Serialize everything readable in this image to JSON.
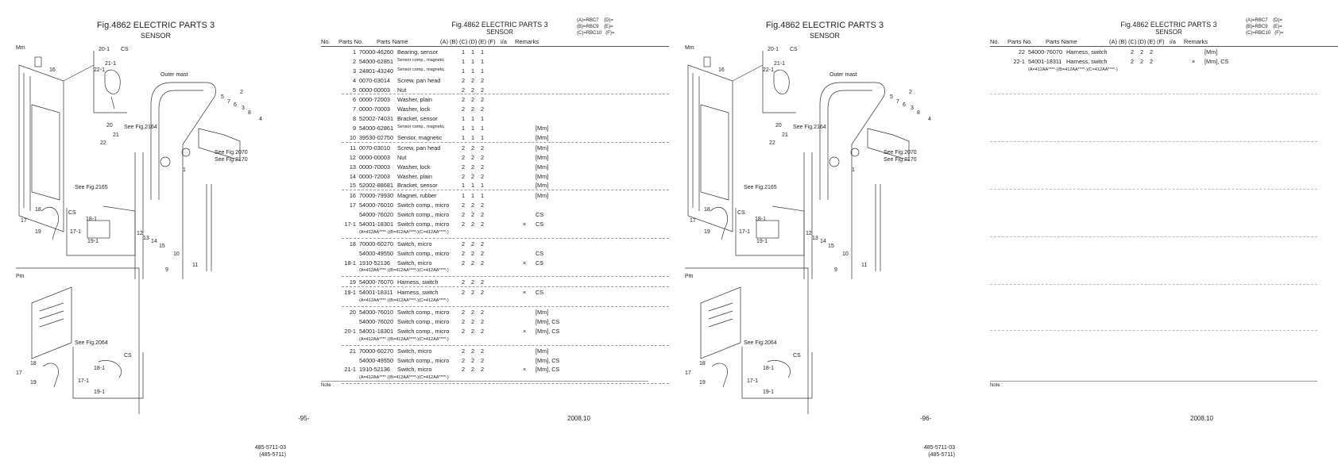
{
  "left_page": {
    "diagram_title": "Fig.4862  ELECTRIC PARTS 3",
    "diagram_subtitle": "SENSOR",
    "labels": {
      "mm": "Mm",
      "pm": "Pm",
      "outer_mast": "Outer mast",
      "see2164": "See Fig.2164",
      "see2070": "See Fig.2070",
      "see2170": "See Fig.2170",
      "see2165": "See Fig.2165",
      "see2064": "See Fig.2064",
      "cs1": "CS",
      "cs2": "CS",
      "cs3": "CS",
      "n16": "16",
      "n20_1": "20-1",
      "n21_1": "21-1",
      "n22_1": "22-1",
      "n20": "20",
      "n21": "21",
      "n22": "22",
      "n2": "2",
      "n5": "5",
      "n7": "7",
      "n6": "6",
      "n3": "3",
      "n8": "8",
      "n4": "4",
      "n1": "1",
      "n17": "17",
      "n18": "18",
      "n19": "19",
      "n18_1": "18-1",
      "n17_1": "17-1",
      "n19_1": "19-1",
      "n12": "12",
      "n13": "13",
      "n14": "14",
      "n15": "15",
      "n10": "10",
      "n11": "11",
      "n9": "9",
      "p17": "17",
      "p18": "18",
      "p19": "19",
      "p18_1": "18-1",
      "p17_1": "17-1",
      "p19_1": "19-1"
    },
    "code1": "485-5711-03",
    "code2": "(485-5711)",
    "table_title": "Fig.4862  ELECTRIC PARTS 3",
    "table_subtitle": "SENSOR",
    "legend": [
      "(A)=RBC7",
      "(D)=",
      "(B)=RBC9",
      "(E)=",
      "(C)=RBC10",
      "(F)="
    ],
    "columns": [
      "No.",
      "Parts No.",
      "Parts Name",
      "(A)",
      "(B)",
      "(C)",
      "(D)",
      "(E)",
      "(F)",
      "i/a",
      "Remarks"
    ],
    "rows": [
      {
        "no": "1",
        "pn": "70000-46260",
        "name": "Bearing, sensor",
        "a": "1",
        "b": "1",
        "c": "1",
        "ia": "",
        "rem": "",
        "small": false,
        "sep": false
      },
      {
        "no": "2",
        "pn": "54000-62851",
        "name": "Sensor comp., magnetic",
        "a": "1",
        "b": "1",
        "c": "1",
        "ia": "",
        "rem": "",
        "small": true,
        "sep": false
      },
      {
        "no": "3",
        "pn": "24801-43240",
        "name": "Sensor comp., magnetic",
        "a": "1",
        "b": "1",
        "c": "1",
        "ia": "",
        "rem": "",
        "small": true,
        "sep": false
      },
      {
        "no": "4",
        "pn": "0070-03014",
        "name": "Screw, pan head",
        "a": "2",
        "b": "2",
        "c": "2",
        "ia": "",
        "rem": "",
        "small": false,
        "sep": false
      },
      {
        "no": "5",
        "pn": "0000-00003",
        "name": "Nut",
        "a": "2",
        "b": "2",
        "c": "2",
        "ia": "",
        "rem": "",
        "small": false,
        "sep": true
      },
      {
        "no": "6",
        "pn": "0000-72003",
        "name": "Washer, plain",
        "a": "2",
        "b": "2",
        "c": "2",
        "ia": "",
        "rem": "",
        "small": false,
        "sep": false
      },
      {
        "no": "7",
        "pn": "0000-70003",
        "name": "Washer, lock",
        "a": "2",
        "b": "2",
        "c": "2",
        "ia": "",
        "rem": "",
        "small": false,
        "sep": false
      },
      {
        "no": "8",
        "pn": "52002-74031",
        "name": "Bracket, sensor",
        "a": "1",
        "b": "1",
        "c": "1",
        "ia": "",
        "rem": "",
        "small": false,
        "sep": false
      },
      {
        "no": "9",
        "pn": "54000-62861",
        "name": "Sensor comp., magnetic",
        "a": "1",
        "b": "1",
        "c": "1",
        "ia": "",
        "rem": "[Mm]",
        "small": true,
        "sep": false
      },
      {
        "no": "10",
        "pn": "39530-02750",
        "name": "Sensor, magnetic",
        "a": "1",
        "b": "1",
        "c": "1",
        "ia": "",
        "rem": "[Mm]",
        "small": false,
        "sep": true
      },
      {
        "no": "11",
        "pn": "0070-03010",
        "name": "Screw, pan head",
        "a": "2",
        "b": "2",
        "c": "2",
        "ia": "",
        "rem": "[Mm]",
        "small": false,
        "sep": false
      },
      {
        "no": "12",
        "pn": "0000-00003",
        "name": "Nut",
        "a": "2",
        "b": "2",
        "c": "2",
        "ia": "",
        "rem": "[Mm]",
        "small": false,
        "sep": false
      },
      {
        "no": "13",
        "pn": "0000-70003",
        "name": "Washer, lock",
        "a": "2",
        "b": "2",
        "c": "2",
        "ia": "",
        "rem": "[Mm]",
        "small": false,
        "sep": false
      },
      {
        "no": "14",
        "pn": "0000-72003",
        "name": "Washer, plain",
        "a": "2",
        "b": "2",
        "c": "2",
        "ia": "",
        "rem": "[Mm]",
        "small": false,
        "sep": false
      },
      {
        "no": "15",
        "pn": "52002-88681",
        "name": "Bracket, sensor",
        "a": "1",
        "b": "1",
        "c": "1",
        "ia": "",
        "rem": "[Mm]",
        "small": false,
        "sep": true
      },
      {
        "no": "16",
        "pn": "70000-79930",
        "name": "Magnet, rubber",
        "a": "1",
        "b": "1",
        "c": "1",
        "ia": "",
        "rem": "[Mm]",
        "small": false,
        "sep": false
      },
      {
        "no": "17",
        "pn": "54000-76010",
        "name": "Switch comp., micro",
        "a": "2",
        "b": "2",
        "c": "2",
        "ia": "",
        "rem": "",
        "small": false,
        "sep": false
      },
      {
        "no": "",
        "pn": "54000-76020",
        "name": "Switch comp., micro",
        "a": "2",
        "b": "2",
        "c": "2",
        "ia": "",
        "rem": "CS",
        "small": false,
        "sep": false
      },
      {
        "no": "17-1",
        "pn": "54001-18301",
        "name": "Switch comp., micro",
        "a": "2",
        "b": "2",
        "c": "2",
        "ia": "×",
        "rem": "CS",
        "small": false,
        "sep": false
      },
      {
        "no": "",
        "pn": "(A=412AA****-)(B=412AA****-)(C=412AA****-)",
        "name": "",
        "a": "",
        "b": "",
        "c": "",
        "ia": "",
        "rem": "",
        "small": true,
        "sep": true
      },
      {
        "no": "18",
        "pn": "70000-60270",
        "name": "Switch, micro",
        "a": "2",
        "b": "2",
        "c": "2",
        "ia": "",
        "rem": "",
        "small": false,
        "sep": false
      },
      {
        "no": "",
        "pn": "54000-49550",
        "name": "Switch comp., micro",
        "a": "2",
        "b": "2",
        "c": "2",
        "ia": "",
        "rem": "CS",
        "small": false,
        "sep": false
      },
      {
        "no": "18-1",
        "pn": "1910-52136",
        "name": "Switch, micro",
        "a": "2",
        "b": "2",
        "c": "2",
        "ia": "×",
        "rem": "CS",
        "small": false,
        "sep": false
      },
      {
        "no": "",
        "pn": "(A=412AA****-)(B=412AA****-)(C=412AA****-)",
        "name": "",
        "a": "",
        "b": "",
        "c": "",
        "ia": "",
        "rem": "",
        "small": true,
        "sep": true
      },
      {
        "no": "19",
        "pn": "54000-76070",
        "name": "Harness, switch",
        "a": "2",
        "b": "2",
        "c": "2",
        "ia": "",
        "rem": "",
        "small": false,
        "sep": true
      },
      {
        "no": "19-1",
        "pn": "54001-18311",
        "name": "Harness, switch",
        "a": "2",
        "b": "2",
        "c": "2",
        "ia": "×",
        "rem": "CS",
        "small": false,
        "sep": false
      },
      {
        "no": "",
        "pn": "(A=412AA****-)(B=412AA****-)(C=412AA****-)",
        "name": "",
        "a": "",
        "b": "",
        "c": "",
        "ia": "",
        "rem": "",
        "small": true,
        "sep": true
      },
      {
        "no": "20",
        "pn": "54000-76010",
        "name": "Switch comp., micro",
        "a": "2",
        "b": "2",
        "c": "2",
        "ia": "",
        "rem": "[Mm]",
        "small": false,
        "sep": false
      },
      {
        "no": "",
        "pn": "54000-76020",
        "name": "Switch comp., micro",
        "a": "2",
        "b": "2",
        "c": "2",
        "ia": "",
        "rem": "[Mm], CS",
        "small": false,
        "sep": false
      },
      {
        "no": "20-1",
        "pn": "54001-18301",
        "name": "Switch comp., micro",
        "a": "2",
        "b": "2",
        "c": "2",
        "ia": "×",
        "rem": "[Mm], CS",
        "small": false,
        "sep": false
      },
      {
        "no": "",
        "pn": "(A=412AA****-)(B=412AA****-)(C=412AA****-)",
        "name": "",
        "a": "",
        "b": "",
        "c": "",
        "ia": "",
        "rem": "",
        "small": true,
        "sep": true
      },
      {
        "no": "21",
        "pn": "70000-60270",
        "name": "Switch, micro",
        "a": "2",
        "b": "2",
        "c": "2",
        "ia": "",
        "rem": "[Mm]",
        "small": false,
        "sep": false
      },
      {
        "no": "",
        "pn": "54000-49550",
        "name": "Switch comp., micro",
        "a": "2",
        "b": "2",
        "c": "2",
        "ia": "",
        "rem": "[Mm], CS",
        "small": false,
        "sep": false
      },
      {
        "no": "21-1",
        "pn": "1910-52136",
        "name": "Switch, micro",
        "a": "2",
        "b": "2",
        "c": "2",
        "ia": "×",
        "rem": "[Mm], CS",
        "small": false,
        "sep": false
      },
      {
        "no": "",
        "pn": "(A=412AA****-)(B=412AA****-)(C=412AA****-)",
        "name": "",
        "a": "",
        "b": "",
        "c": "",
        "ia": "",
        "rem": "",
        "small": true,
        "sep": true
      }
    ],
    "note": "Note :",
    "page": "-95-",
    "date": "2008.10"
  },
  "right_page": {
    "diagram_title": "Fig.4862  ELECTRIC PARTS 3",
    "diagram_subtitle": "SENSOR",
    "code1": "485-5711-03",
    "code2": "(485-5711)",
    "table_title": "Fig.4862  ELECTRIC PARTS 3",
    "table_subtitle": "SENSOR",
    "legend": [
      "(A)=RBC7",
      "(D)=",
      "(B)=RBC9",
      "(E)=",
      "(C)=RBC10",
      "(F)="
    ],
    "columns": [
      "No.",
      "Parts No.",
      "Parts Name",
      "(A)",
      "(B)",
      "(C)",
      "(D)",
      "(E)",
      "(F)",
      "i/a",
      "Remarks"
    ],
    "rows": [
      {
        "no": "22",
        "pn": "54000-76070",
        "name": "Harness, switch",
        "a": "2",
        "b": "2",
        "c": "2",
        "ia": "",
        "rem": "[Mm]",
        "small": false,
        "sep": false
      },
      {
        "no": "22-1",
        "pn": "54001-18311",
        "name": "Harness, switch",
        "a": "2",
        "b": "2",
        "c": "2",
        "ia": "×",
        "rem": "[Mm], CS",
        "small": false,
        "sep": false
      },
      {
        "no": "",
        "pn": "(A=412AA****-)(B=412AA****-)(C=412AA****-)",
        "name": "",
        "a": "",
        "b": "",
        "c": "",
        "ia": "",
        "rem": "",
        "small": true,
        "sep": false
      }
    ],
    "note": "Note :",
    "page": "-96-",
    "date": "2008.10"
  }
}
